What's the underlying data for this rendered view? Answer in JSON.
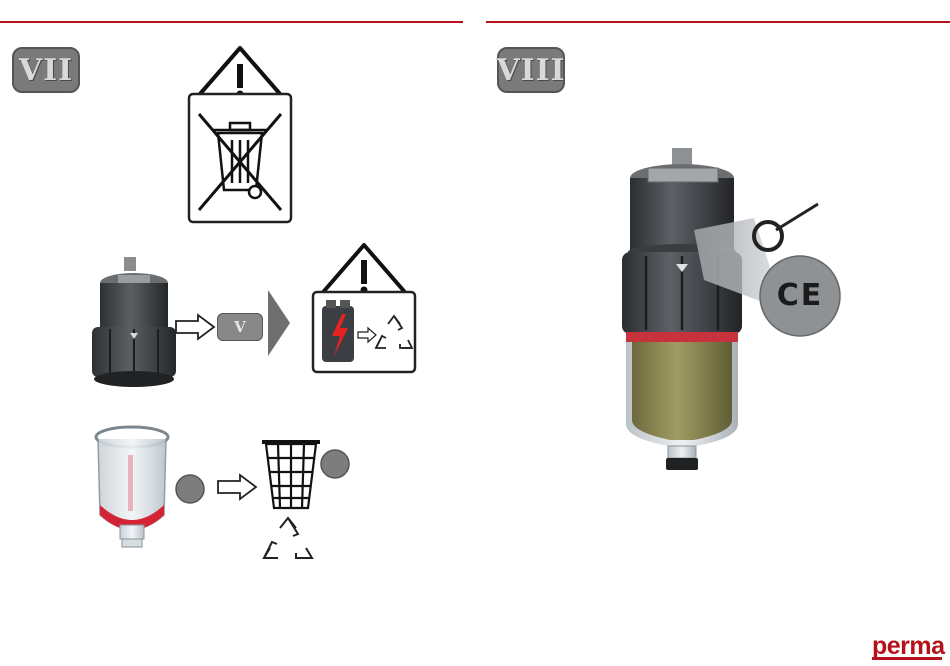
{
  "steps": {
    "left_badge": "VII",
    "right_badge": "VIII",
    "inline_badge": "V"
  },
  "marks": {
    "ce": "CE"
  },
  "brand": {
    "name": "perma"
  },
  "colors": {
    "accent": "#b5121b",
    "badge": "#7a7a7a",
    "housing": "#3d4145",
    "lubricant": "#8f8a52"
  },
  "icons": [
    "warning-triangle-icon",
    "crossed-bin-icon",
    "recycle-icon",
    "magnifier-icon",
    "hollow-arrow-icon",
    "waste-basket-icon"
  ]
}
